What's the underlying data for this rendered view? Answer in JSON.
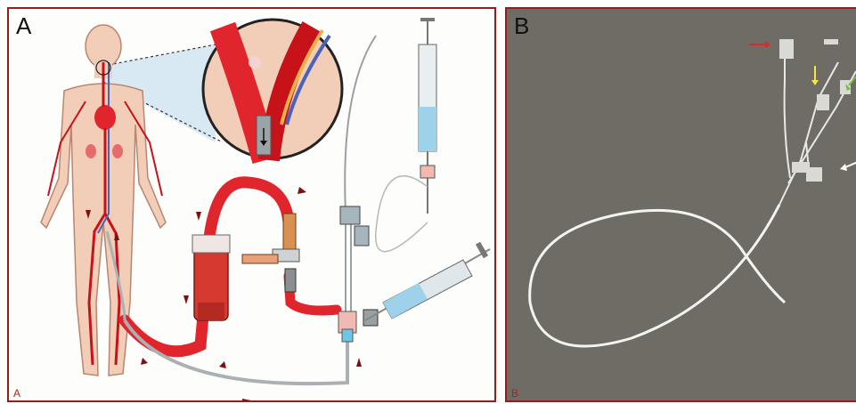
{
  "panels": {
    "a": {
      "label": "A",
      "corner_label": "A"
    },
    "b": {
      "label": "B",
      "corner_label": "B"
    }
  },
  "colors": {
    "frame": "#9b1b1b",
    "blood_red": "#e0262c",
    "skin": "#f2cdb8",
    "photo_background": "#6f6c66",
    "arrow_red": "#e22",
    "arrow_yellow": "#f2e64a",
    "arrow_green": "#6fbe3c",
    "arrow_white": "#ffffff"
  },
  "icons": [
    "human-body-figure",
    "vessel-magnifier",
    "blood-pump",
    "syringe",
    "flow-arrow",
    "catheter-loop"
  ]
}
